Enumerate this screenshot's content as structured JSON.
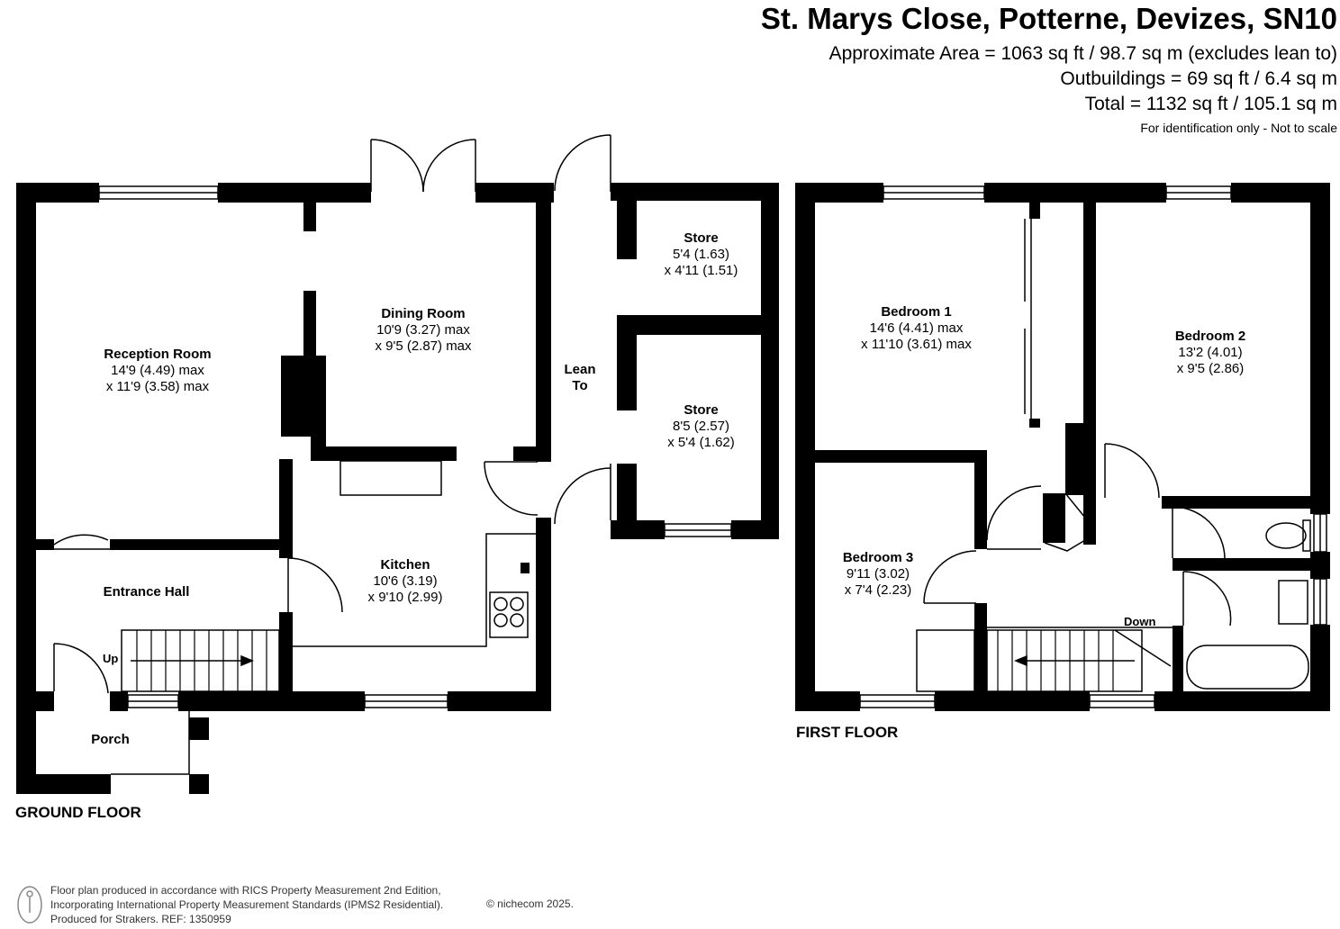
{
  "header": {
    "title": "St. Marys Close, Potterne, Devizes, SN10",
    "area_lines": [
      "Approximate Area = 1063 sq ft / 98.7 sq m (excludes lean to)",
      "Outbuildings = 69 sq ft / 6.4 sq m",
      "Total = 1132 sq ft / 105.1 sq m"
    ],
    "disclaimer": "For identification only - Not to scale"
  },
  "rooms": {
    "reception": {
      "name": "Reception Room",
      "dims": [
        "14'9 (4.49) max",
        "x 11'9 (3.58) max"
      ]
    },
    "dining": {
      "name": "Dining Room",
      "dims": [
        "10'9 (3.27) max",
        "x 9'5 (2.87) max"
      ]
    },
    "leanto": {
      "name": [
        "Lean",
        "To"
      ]
    },
    "store1": {
      "name": "Store",
      "dims": [
        "5'4 (1.63)",
        "x 4'11 (1.51)"
      ]
    },
    "store2": {
      "name": "Store",
      "dims": [
        "8'5 (2.57)",
        "x 5'4 (1.62)"
      ]
    },
    "kitchen": {
      "name": "Kitchen",
      "dims": [
        "10'6 (3.19)",
        "x 9'10 (2.99)"
      ]
    },
    "hall": {
      "name": "Entrance Hall"
    },
    "porch": {
      "name": "Porch"
    },
    "bedroom1": {
      "name": "Bedroom 1",
      "dims": [
        "14'6 (4.41) max",
        "x 11'10 (3.61) max"
      ]
    },
    "bedroom2": {
      "name": "Bedroom 2",
      "dims": [
        "13'2 (4.01)",
        "x 9'5 (2.86)"
      ]
    },
    "bedroom3": {
      "name": "Bedroom 3",
      "dims": [
        "9'11 (3.02)",
        "x 7'4 (2.23)"
      ]
    }
  },
  "stairs": {
    "up": "Up",
    "down": "Down"
  },
  "floors": {
    "ground": "GROUND FLOOR",
    "first": "FIRST FLOOR"
  },
  "footer": {
    "lines": [
      "Floor plan produced in accordance with RICS Property Measurement 2nd Edition,",
      "Incorporating International Property Measurement Standards (IPMS2 Residential).",
      "Produced for Strakers.   REF: 1350959"
    ],
    "copyright": "© nichecom 2025."
  },
  "colors": {
    "wall": "#000000",
    "background": "#ffffff",
    "line": "#000000"
  }
}
